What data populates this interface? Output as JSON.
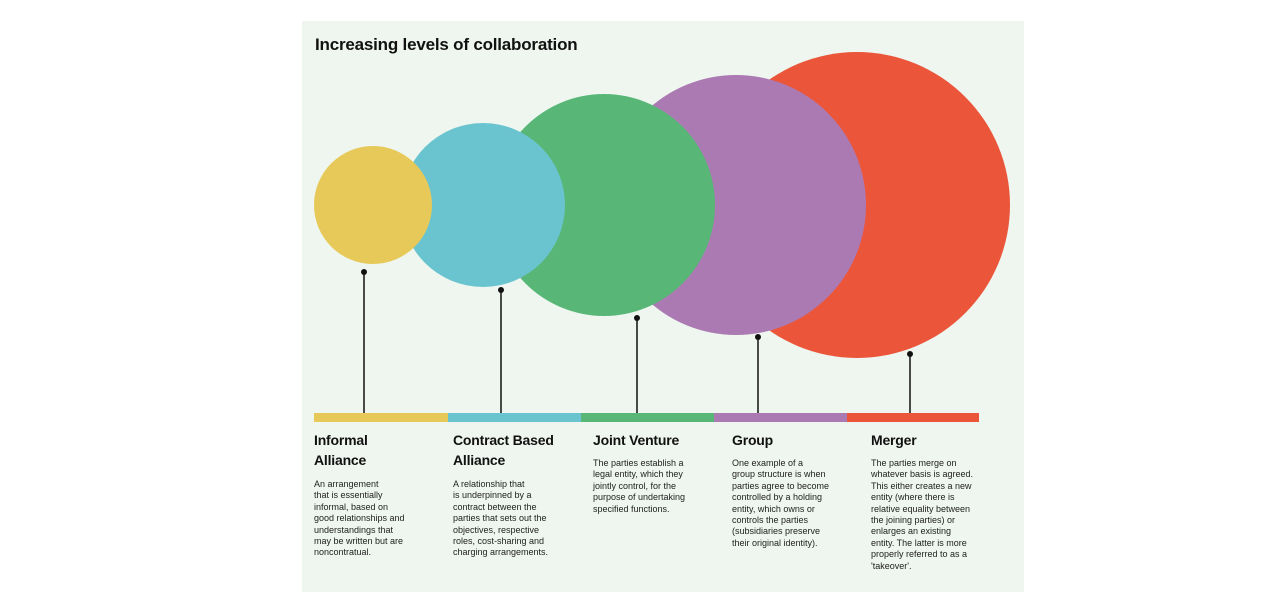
{
  "title": "Increasing levels of collaboration",
  "colors": {
    "background": "#eef6ef",
    "informal": "#e7c95a",
    "contract": "#6ac4cf",
    "joint": "#58b677",
    "group": "#ac7ab3",
    "merger": "#eb553a",
    "line": "#111111"
  },
  "stages": [
    {
      "id": "informal-alliance",
      "title_lines": [
        "Informal",
        "Alliance"
      ],
      "desc_lines": [
        "An arrangement",
        "that is essentially",
        "informal, based on",
        "good relationships and",
        "understandings that",
        "may be written but are",
        "noncontratual."
      ]
    },
    {
      "id": "contract-based-alliance",
      "title_lines": [
        "Contract Based",
        "Alliance"
      ],
      "desc_lines": [
        "A relationship that",
        "is underpinned by a",
        "contract between the",
        "parties that sets out the",
        "objectives, respective",
        "roles, cost-sharing and",
        "charging arrangements."
      ]
    },
    {
      "id": "joint-venture",
      "title_lines": [
        "Joint Venture"
      ],
      "desc_lines": [
        "The parties establish a",
        "legal entity, which they",
        "jointly control, for the",
        "purpose of undertaking",
        "specified functions."
      ]
    },
    {
      "id": "group",
      "title_lines": [
        "Group"
      ],
      "desc_lines": [
        "One example of a",
        "group structure is when",
        "parties agree to become",
        "controlled by a holding",
        "entity, which owns or",
        "controls the parties",
        "(subsidiaries preserve",
        "their original identity)."
      ]
    },
    {
      "id": "merger",
      "title_lines": [
        "Merger"
      ],
      "desc_lines": [
        "The parties merge on",
        "whatever basis is agreed.",
        "This either creates a new",
        "entity (where there is",
        "relative equality between",
        "the joining parties) or",
        "enlarges an existing",
        "entity. The latter is more",
        "properly referred to as a",
        "'takeover'."
      ]
    }
  ]
}
